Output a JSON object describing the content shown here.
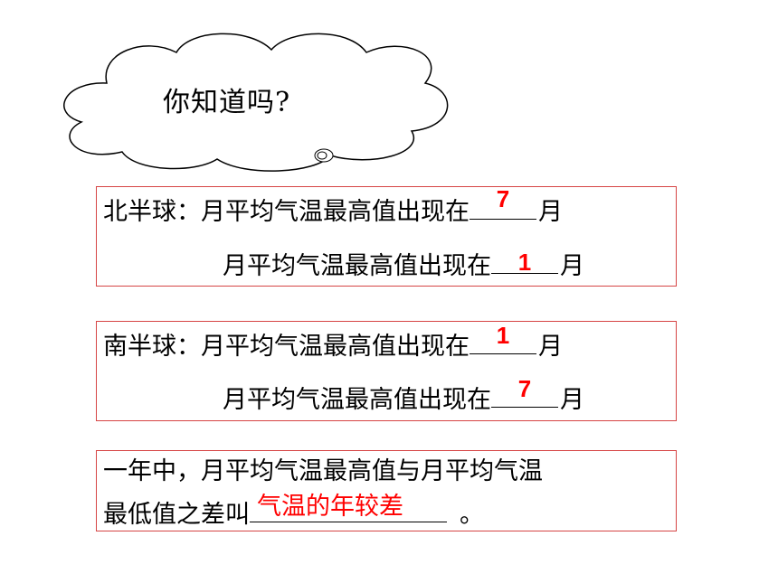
{
  "cloud": {
    "title": "你知道吗?"
  },
  "north": {
    "prefix": "北半球：",
    "line1_text": "月平均气温最高值出现在",
    "line1_answer": "7",
    "line1_unit": "月",
    "line2_text": "月平均气温最高值出现在",
    "line2_answer": "1",
    "line2_unit": "月"
  },
  "south": {
    "prefix": "南半球：",
    "line1_text": "月平均气温最高值出现在",
    "line1_answer": "1",
    "line1_unit": "月",
    "line2_text": "月平均气温最高值出现在",
    "line2_answer": "7",
    "line2_unit": "月"
  },
  "definition": {
    "line1": "一年中，月平均气温最高值与月平均气温",
    "line2_prefix": "最低值之差叫",
    "answer": "气温的年较差",
    "end": "。"
  },
  "colors": {
    "answer": "#ff0000",
    "border": "#d64545"
  }
}
